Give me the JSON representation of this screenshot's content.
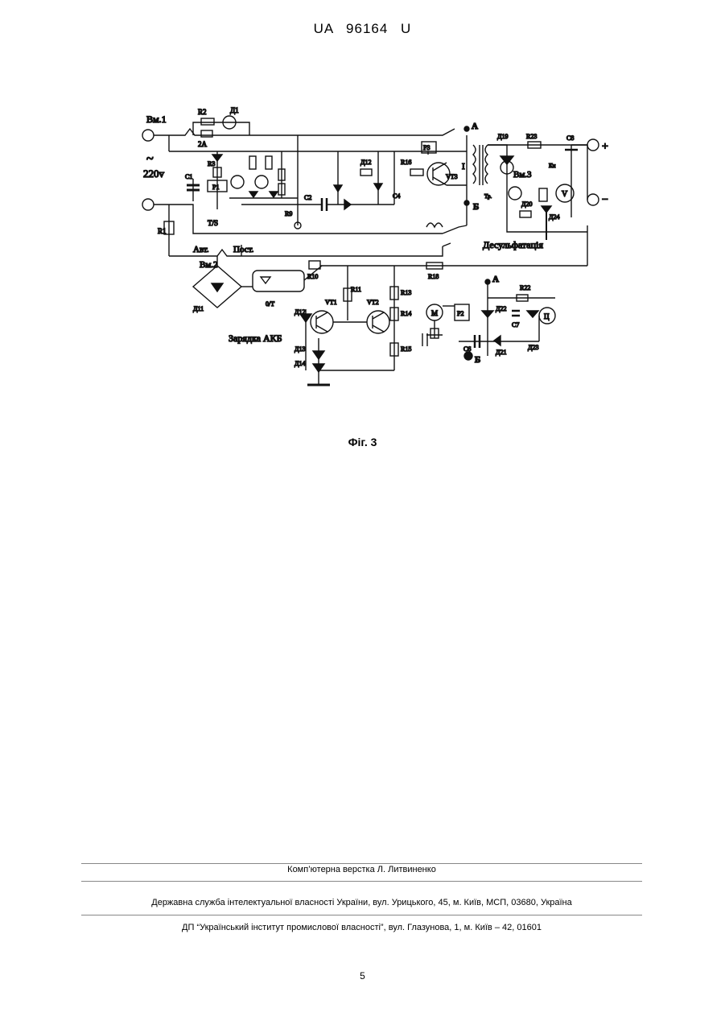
{
  "header": {
    "doc_id": "UA   96164   U"
  },
  "figure": {
    "caption": "Фіг. 3",
    "labels": {
      "vm1": "Вм.1",
      "v220": "220v",
      "tilde": "~",
      "r2": "R2",
      "d1": "Д1",
      "a2": "2A",
      "vm2": "Вм.2",
      "avt": "Авт.",
      "post": "Пост.",
      "charging": "Зарядка АКБ",
      "desulf": "Десульфатація",
      "vm3": "Вм.3",
      "point_a_top": "А",
      "point_b_top": "Б",
      "point_a_bot": "А",
      "point_b_bot": "Б",
      "plus": "+",
      "minus": "−",
      "tr": "I",
      "tp": "Тр.",
      "r1": "R1",
      "r3": "R3",
      "c1": "C1",
      "p1": "P1",
      "r9": "R9",
      "c2": "C2",
      "d12": "Д12",
      "r16": "R16",
      "vt3": "VT3",
      "d19": "Д19",
      "r23": "R23",
      "c8": "C8",
      "kn": "Кн",
      "v": "V",
      "d20": "Д20",
      "d24": "Д24",
      "r10": "R10",
      "d11": "Д11",
      "opt": "0/T",
      "r11": "R11",
      "vt1": "VT1",
      "vt2": "VT2",
      "d12b": "Д12",
      "d13": "Д13",
      "d14": "Д14",
      "r13": "R13",
      "r14": "R14",
      "r15": "R15",
      "r18": "R18",
      "m": "M",
      "r22": "R22",
      "c7": "C7",
      "c6": "C6",
      "d21": "Д21",
      "d22": "Д22",
      "d23": "Д23",
      "ts": "T/S",
      "p3": "P3",
      "c4": "C4",
      "p2": "P2",
      "c": "Ц"
    }
  },
  "footer": {
    "layout": "Комп’ютерна верстка Л. Литвиненко",
    "agency": "Державна служба інтелектуальної власності України, вул. Урицького, 45, м. Київ, МСП, 03680, Україна",
    "institute": "ДП “Український інститут промислової власності”, вул. Глазунова, 1, м. Київ – 42, 01601",
    "page_number": "5"
  }
}
